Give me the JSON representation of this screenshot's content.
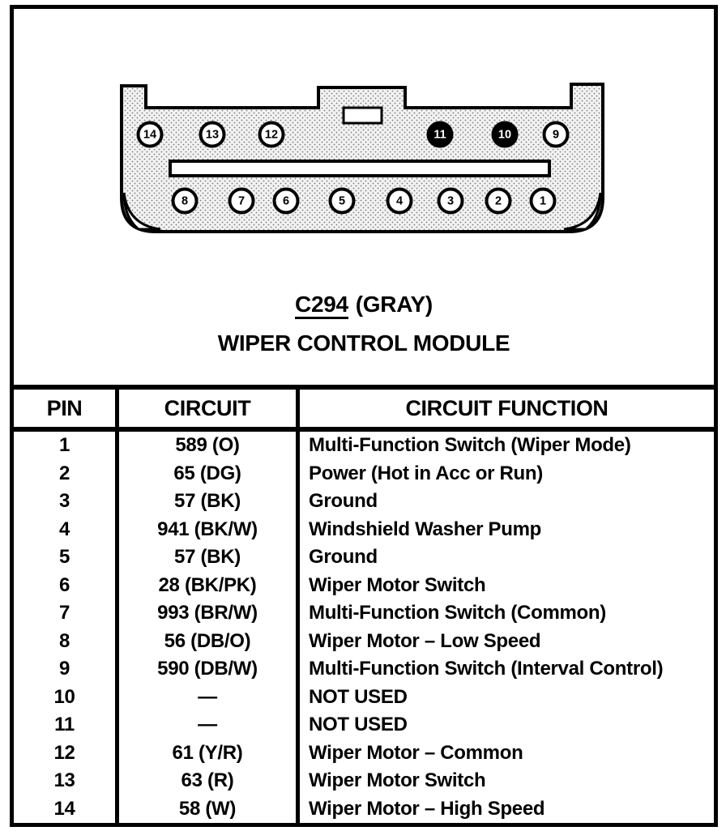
{
  "connector": {
    "heading": "C294",
    "heading_suffix": "(GRAY)",
    "subtitle": "WIPER CONTROL MODULE",
    "top_row_pins": [
      {
        "num": "14",
        "filled": false
      },
      {
        "num": "13",
        "filled": false
      },
      {
        "num": "12",
        "filled": false
      },
      {
        "num": "11",
        "filled": true
      },
      {
        "num": "10",
        "filled": true
      },
      {
        "num": "9",
        "filled": false
      }
    ],
    "bottom_row_pins": [
      {
        "num": "8",
        "filled": false
      },
      {
        "num": "7",
        "filled": false
      },
      {
        "num": "6",
        "filled": false
      },
      {
        "num": "5",
        "filled": false
      },
      {
        "num": "4",
        "filled": false
      },
      {
        "num": "3",
        "filled": false
      },
      {
        "num": "2",
        "filled": false
      },
      {
        "num": "1",
        "filled": false
      }
    ]
  },
  "table": {
    "headers": [
      "PIN",
      "CIRCUIT",
      "CIRCUIT FUNCTION"
    ],
    "rows": [
      {
        "pin": "1",
        "circuit": "589 (O)",
        "function": "Multi-Function Switch (Wiper Mode)"
      },
      {
        "pin": "2",
        "circuit": "65 (DG)",
        "function": "Power (Hot in Acc or Run)"
      },
      {
        "pin": "3",
        "circuit": "57 (BK)",
        "function": "Ground"
      },
      {
        "pin": "4",
        "circuit": "941 (BK/W)",
        "function": "Windshield Washer Pump"
      },
      {
        "pin": "5",
        "circuit": "57 (BK)",
        "function": "Ground"
      },
      {
        "pin": "6",
        "circuit": "28 (BK/PK)",
        "function": "Wiper Motor Switch"
      },
      {
        "pin": "7",
        "circuit": "993 (BR/W)",
        "function": "Multi-Function Switch (Common)"
      },
      {
        "pin": "8",
        "circuit": "56 (DB/O)",
        "function": "Wiper Motor – Low Speed"
      },
      {
        "pin": "9",
        "circuit": "590 (DB/W)",
        "function": "Multi-Function Switch (Interval Control)"
      },
      {
        "pin": "10",
        "circuit": "—",
        "function": "NOT USED"
      },
      {
        "pin": "11",
        "circuit": "—",
        "function": "NOT USED"
      },
      {
        "pin": "12",
        "circuit": "61 (Y/R)",
        "function": "Wiper Motor – Common"
      },
      {
        "pin": "13",
        "circuit": "63 (R)",
        "function": "Wiper Motor Switch"
      },
      {
        "pin": "14",
        "circuit": "58 (W)",
        "function": "Wiper Motor – High Speed"
      }
    ]
  },
  "colors": {
    "ink": "#000000",
    "paper": "#ffffff",
    "connector_dot": "#7d7d7d",
    "connector_base": "#f2f2f2"
  }
}
